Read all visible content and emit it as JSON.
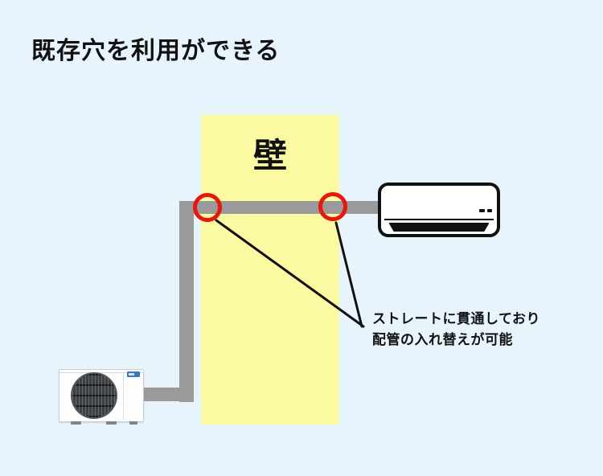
{
  "title": "既存穴を利用ができる",
  "wall": {
    "label": "壁"
  },
  "annotation": {
    "lines": [
      "ストレートに貫通しており",
      "配管の入れ替えが可能"
    ]
  },
  "colors": {
    "bg": "#e8f4fc",
    "wall": "#fbf9a1",
    "pipe": "#9a9a9a",
    "marker": "#e8160e",
    "ink": "#111111",
    "unit-body": "#fdfdfd"
  }
}
